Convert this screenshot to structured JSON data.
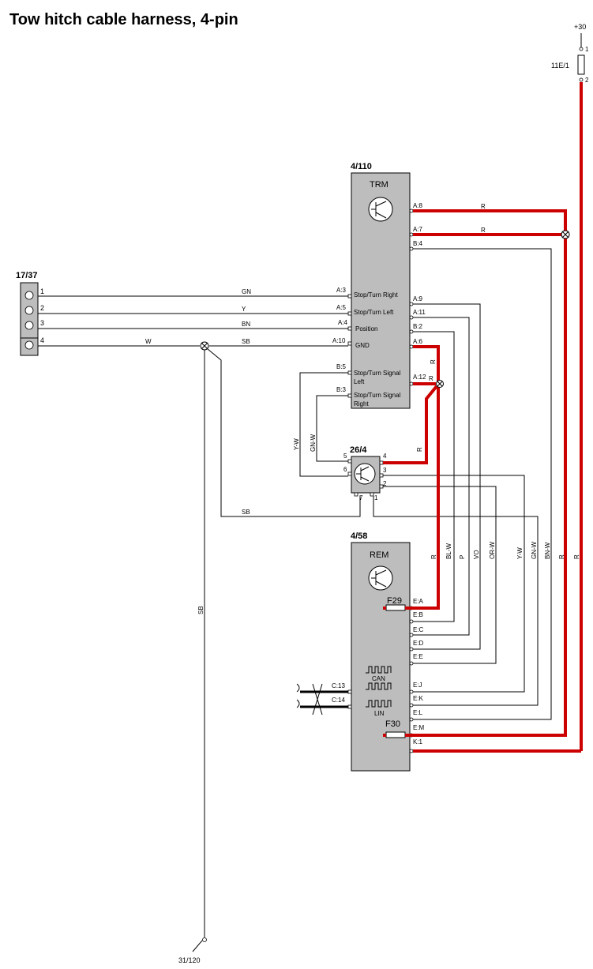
{
  "title": "Tow hitch cable harness, 4-pin",
  "supply": {
    "label": "+30",
    "fuse": "11E/1",
    "pin1": "1",
    "pin2": "2"
  },
  "ground": "31/120",
  "trm": {
    "id": "4/110",
    "name": "TRM",
    "right_pins": [
      "A:8",
      "A:7",
      "B:4",
      "A:9",
      "A:11",
      "B:2",
      "A:6",
      "A:12"
    ],
    "left_pins": [
      "A:3",
      "A:5",
      "A:4",
      "A:10",
      "B:5",
      "B:3"
    ],
    "functions": [
      "Stop/Turn Right",
      "Stop/Turn Left",
      "Position",
      "GND"
    ],
    "signal_left": [
      "Stop/Turn Signal",
      "Left"
    ],
    "signal_right": [
      "Stop/Turn Signal",
      "Right"
    ]
  },
  "connector": {
    "id": "17/37",
    "pins": [
      "1",
      "2",
      "3",
      "4"
    ]
  },
  "wire_colors": {
    "gn": "GN",
    "y": "Y",
    "bn": "BN",
    "w": "W",
    "sb": "SB",
    "r": "R",
    "yw": "Y-W",
    "gnw": "GN-W",
    "blw": "BL-W",
    "p": "P",
    "vo": "VO",
    "orw": "OR-W",
    "bnw": "BN-W"
  },
  "relay": {
    "id": "26/4",
    "pins": [
      "5",
      "6",
      "4",
      "3",
      "2",
      "7",
      "1"
    ]
  },
  "rem": {
    "id": "4/58",
    "name": "REM",
    "fuse_a": "F29",
    "fuse_b": "F30",
    "right_pins": [
      "E:A",
      "E:B",
      "E:C",
      "E:D",
      "E:E",
      "E:J",
      "E:K",
      "E:L",
      "E:M",
      "K:1"
    ],
    "left_pins": [
      "C:13",
      "C:14"
    ],
    "can": "CAN",
    "lin": "LIN"
  },
  "colors": {
    "module": "#bdbdbd",
    "power": "#cc0000",
    "line": "#000000"
  }
}
